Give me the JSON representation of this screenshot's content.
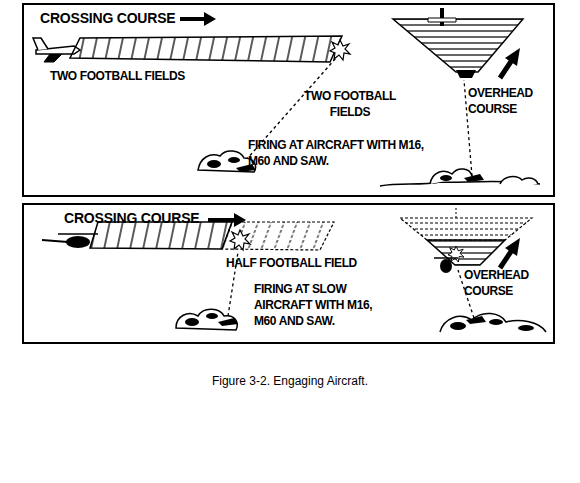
{
  "diagram": {
    "caption": "Figure 3-2. Engaging Aircraft.",
    "nodes": [
      {
        "text": [
          "CROSSING COURSE",
          "TWO FOOTBALL FIELDS",
          "TWO FOOTBALL FIELDS",
          "OVERHEAD COURSE",
          "FIRING AT AIRCRAFT WITH M16, M60 AND SAW."
        ]
      },
      {
        "text": [
          "CROSSING COURSE",
          "HALF FOOTBALL FIELD",
          "OVERHEAD COURSE",
          "FIRING AT SLOW AIRCRAFT WITH M16, M60 AND SAW."
        ]
      }
    ]
  }
}
